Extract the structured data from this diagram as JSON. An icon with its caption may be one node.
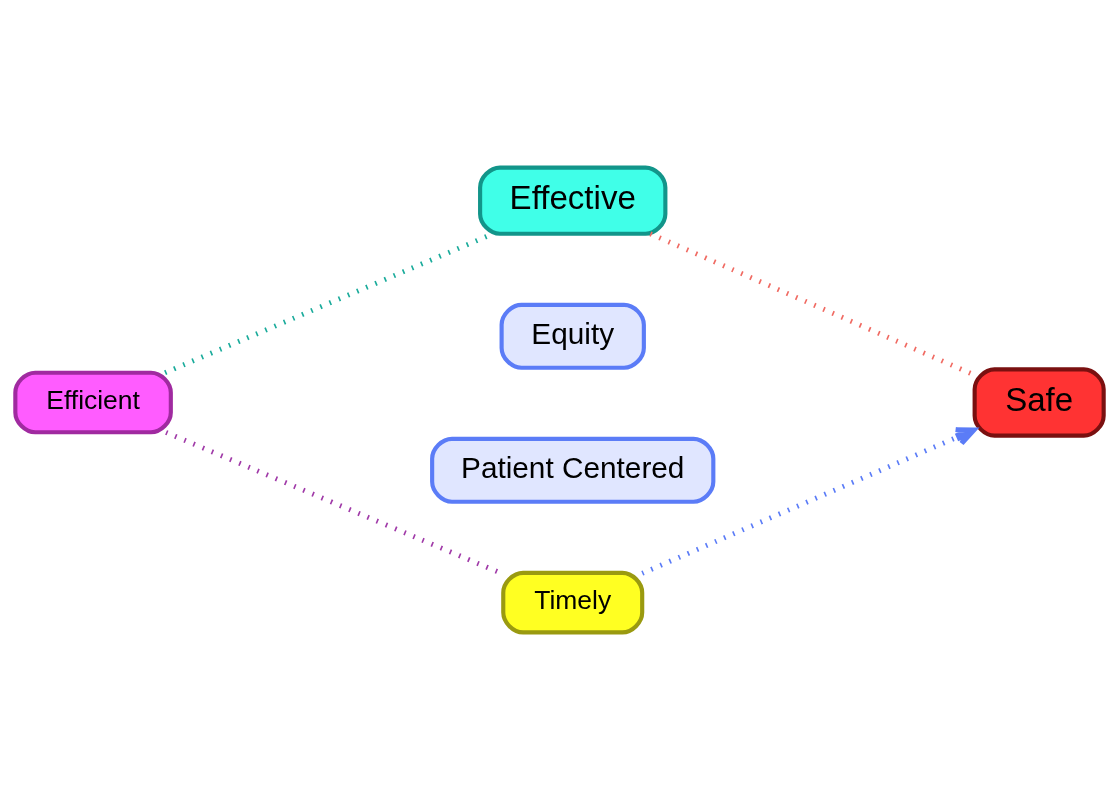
{
  "diagram": {
    "nodes": [
      {
        "text": [
          "Effective"
        ]
      },
      {
        "text": [
          "Efficient"
        ]
      },
      {
        "text": [
          "Equity"
        ]
      },
      {
        "text": [
          "Safe"
        ]
      },
      {
        "text": [
          "Patient Centered"
        ]
      },
      {
        "text": [
          "Timely"
        ]
      }
    ],
    "edges": [
      {
        "from": 1,
        "to": 0,
        "arrow": "none",
        "style": "dashed",
        "color": "#1aab9b"
      },
      {
        "from": 0,
        "to": 3,
        "arrow": "none",
        "style": "dashed",
        "color": "#f06a62"
      },
      {
        "from": 1,
        "to": 5,
        "arrow": "none",
        "style": "dashed",
        "color": "#a03aa8"
      },
      {
        "from": 5,
        "to": 3,
        "arrow": "to",
        "style": "dashed",
        "color": "#5b7cf7"
      }
    ]
  }
}
